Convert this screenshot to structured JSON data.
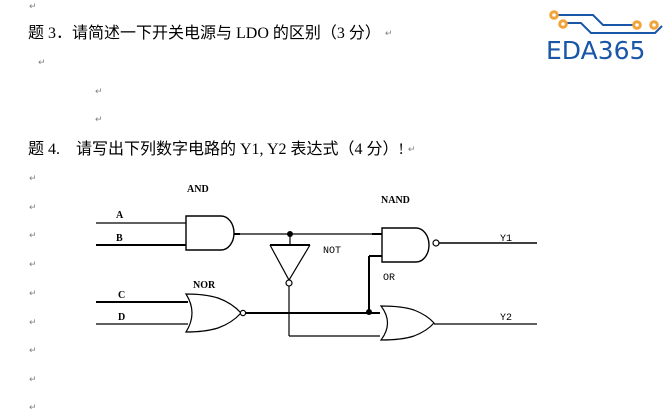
{
  "question3": {
    "label": "题 3．请简述一下开关电源与 LDO 的区别（3 分）"
  },
  "question4": {
    "label": "题 4.　请写出下列数字电路的 Y1, Y2 表达式（4 分）!"
  },
  "paragraph_mark": "↵",
  "logo": {
    "text": "EDA365",
    "brand_color": "#1a56a8",
    "accent_color": "#f2a33a"
  },
  "circuit": {
    "gates": {
      "and": "AND",
      "nand": "NAND",
      "not": "NOT",
      "nor": "NOR",
      "or": "OR"
    },
    "inputs": {
      "a": "A",
      "b": "B",
      "c": "C",
      "d": "D"
    },
    "outputs": {
      "y1": "Y1",
      "y2": "Y2"
    }
  }
}
